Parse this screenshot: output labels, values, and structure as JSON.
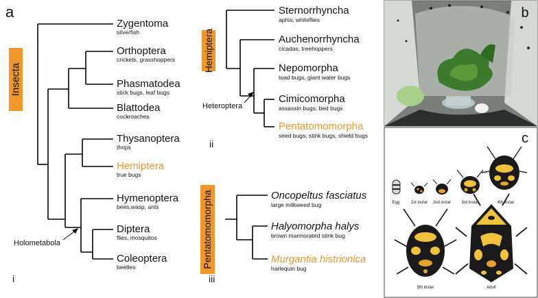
{
  "colors": {
    "accent": "#f0962b",
    "line": "#000000",
    "panel_border": "#444444"
  },
  "panels": {
    "a": "a",
    "b": "b",
    "c": "c"
  },
  "sublabels": {
    "i": "i",
    "ii": "ii",
    "iii": "iii"
  },
  "panel_i": {
    "group_label": "Insecta",
    "taxa": [
      {
        "name": "Zygentoma",
        "common": "silverfish"
      },
      {
        "name": "Orthoptera",
        "common": "crickets, grasshoppers"
      },
      {
        "name": "Phasmatodea",
        "common": "stick bugs, leaf bugs"
      },
      {
        "name": "Blattodea",
        "common": "cockroaches"
      },
      {
        "name": "Thysanoptera",
        "common": "thrips"
      },
      {
        "name": "Hemiptera",
        "common": "true bugs"
      },
      {
        "name": "Hymenoptera",
        "common": "bees,wasp, ants"
      },
      {
        "name": "Diptera",
        "common": "flies, mosquitos"
      },
      {
        "name": "Coleoptera",
        "common": "beetles"
      }
    ],
    "node_label": "Holometabola"
  },
  "panel_ii": {
    "group_label": "Hemiptera",
    "taxa": [
      {
        "name": "Sternorrhyncha",
        "common": "aphis, whiteflies"
      },
      {
        "name": "Auchenorrhyncha",
        "common": "cicadas, treehoppers"
      },
      {
        "name": "Nepomorpha",
        "common": "toad bugs, giant water bugs"
      },
      {
        "name": "Cimicomorpha",
        "common": "assassin bugs, bed bugs"
      },
      {
        "name": "Pentatomomorpha",
        "common": "seed bugs, stink bugs, shield bugs"
      }
    ],
    "node_label": "Heteroptera"
  },
  "panel_iii": {
    "group_label": "Pentatomomorpha",
    "taxa": [
      {
        "name": "Oncopeltus fasciatus",
        "common": "large milkweed bug"
      },
      {
        "name": "Halyomorpha halys",
        "common": "brown marmorated stink bug"
      },
      {
        "name": "Murgantia histrionica",
        "common": "harlequin bug"
      }
    ]
  },
  "stages": {
    "egg": "Egg",
    "s1": "1st instar",
    "s2": "2nd instar",
    "s3": "3rd instar",
    "s4": "4th instar",
    "s5": "5th instar",
    "adult": "Adult"
  }
}
